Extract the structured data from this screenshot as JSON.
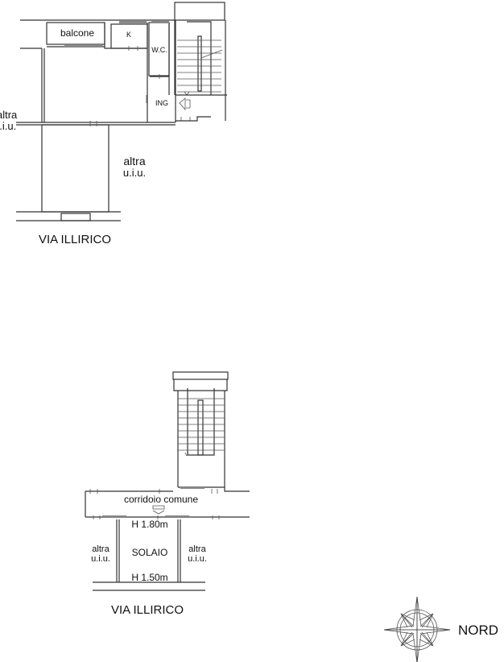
{
  "floor_plan_upper": {
    "rooms": {
      "balcony": "balcone",
      "kitchen": "K",
      "bathroom": "W.C.",
      "entrance": "ING"
    },
    "neighbor_left": [
      "altra",
      "u.i.u."
    ],
    "neighbor_right": [
      "altra",
      "u.i.u."
    ],
    "street": "VIA ILLIRICO"
  },
  "floor_plan_lower": {
    "corridor": "corridoio comune",
    "room": "SOLAIO",
    "height_top": "H 1.80m",
    "height_bottom": "H 1.50m",
    "neighbor_left": [
      "altra",
      "u.i.u."
    ],
    "neighbor_right": [
      "altra",
      "u.i.u."
    ],
    "street": "VIA ILLIRICO"
  },
  "compass": {
    "label": "NORD"
  }
}
